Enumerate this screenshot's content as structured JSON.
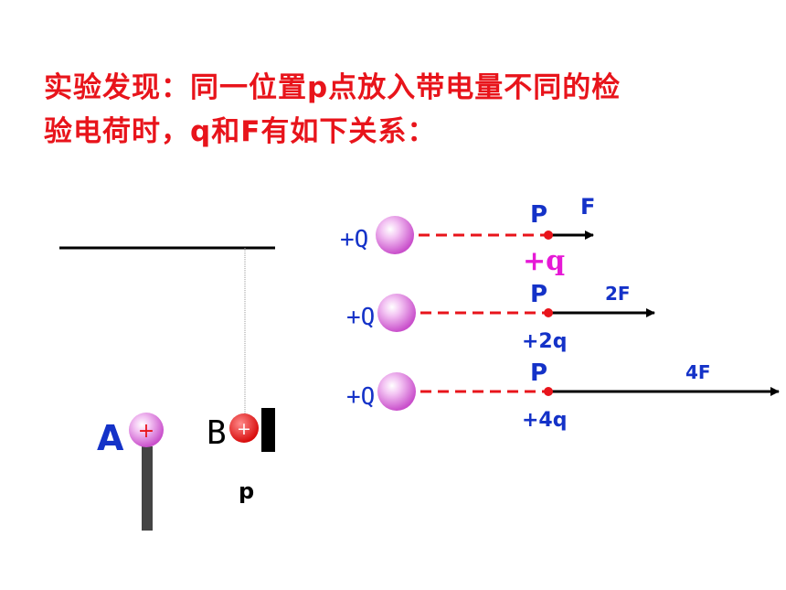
{
  "title": {
    "line1": "实验发现：同一位置p点放入带电量不同的检",
    "line2": "验电荷时，q和F有如下关系："
  },
  "apparatus": {
    "label_a": "A",
    "label_b": "B",
    "plus_a": "+",
    "plus_b": "+",
    "label_p": "p"
  },
  "rows": [
    {
      "source": "+Q",
      "point": "P",
      "charge": "+q",
      "force": "F"
    },
    {
      "source": "+Q",
      "point": "P",
      "charge": "+2q",
      "force": "2F"
    },
    {
      "source": "+Q",
      "point": "P",
      "charge": "+4q",
      "force": "4F"
    }
  ],
  "colors": {
    "title": "#e8141b",
    "label_blue": "#1432c8",
    "charge_magenta": "#e619d6",
    "dash_red": "#e8141b",
    "ball_pink": "#e58be6",
    "ball_red": "#e8141b"
  }
}
